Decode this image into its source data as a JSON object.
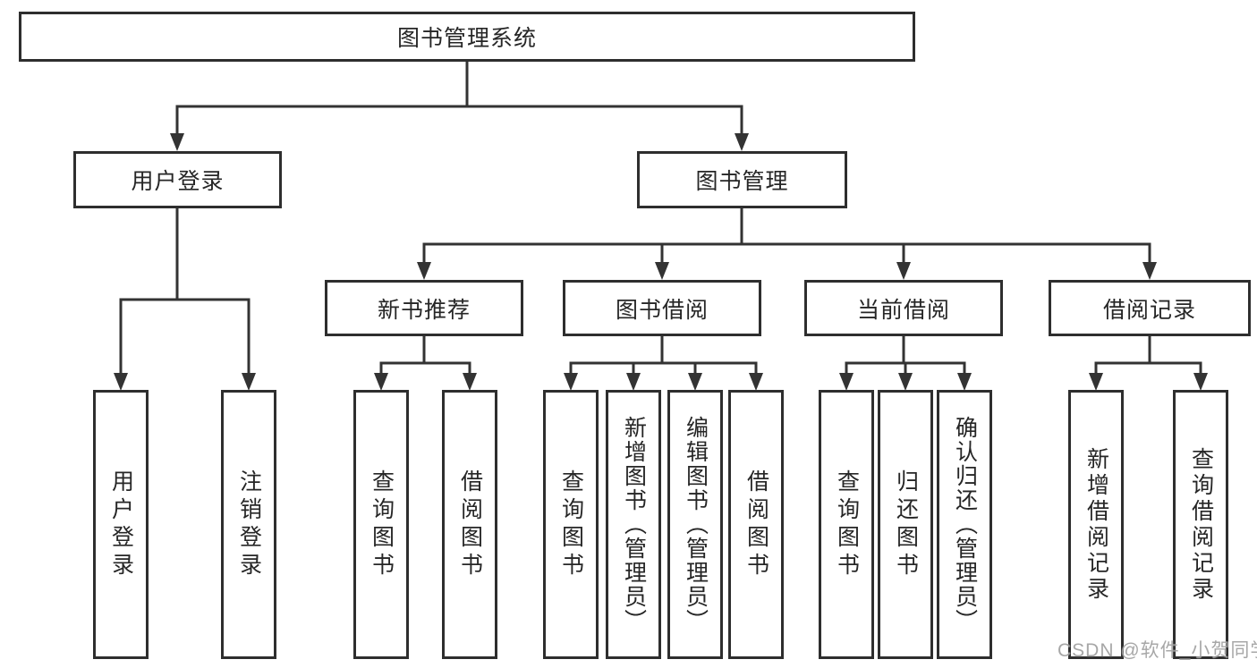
{
  "diagram_type": "function-structure-tree",
  "colors": {
    "line": "#333333",
    "box_border": "#2e2e2e",
    "box_fill": "#ffffff",
    "text": "#262626",
    "watermark_text": "#9e9e9e",
    "background": "#ffffff"
  },
  "tree": {
    "label": "图书管理系统",
    "children": [
      {
        "label": "用户登录",
        "children": [
          {
            "label": "用户登录"
          },
          {
            "label": "注销登录"
          }
        ]
      },
      {
        "label": "图书管理",
        "children": [
          {
            "label": "新书推荐",
            "children": [
              {
                "label": "查询图书"
              },
              {
                "label": "借阅图书"
              }
            ]
          },
          {
            "label": "图书借阅",
            "children": [
              {
                "label": "查询图书"
              },
              {
                "label": "新增图书（管理员）"
              },
              {
                "label": "编辑图书（管理员）"
              },
              {
                "label": "借阅图书"
              }
            ]
          },
          {
            "label": "当前借阅",
            "children": [
              {
                "label": "查询图书"
              },
              {
                "label": "归还图书"
              },
              {
                "label": "确认归还（管理员）"
              }
            ]
          },
          {
            "label": "借阅记录",
            "children": [
              {
                "label": "新增借阅记录"
              },
              {
                "label": "查询借阅记录"
              }
            ]
          }
        ]
      }
    ]
  },
  "watermark": "CSDN @软件_小贺同学"
}
